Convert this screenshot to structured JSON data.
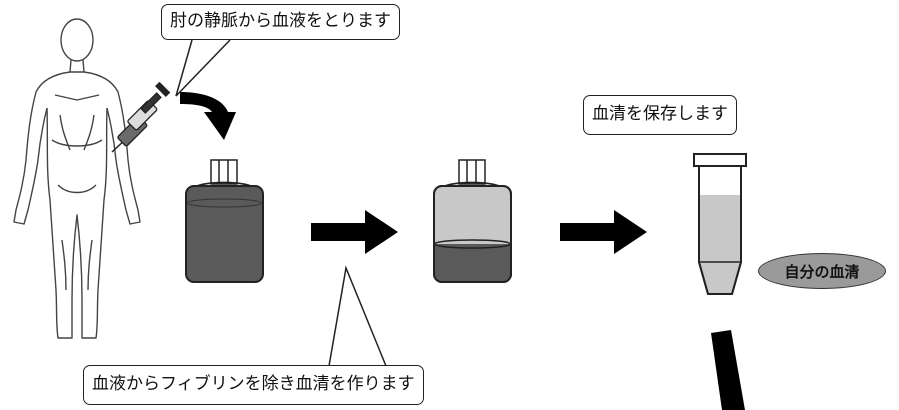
{
  "callouts": {
    "draw_blood": "肘の静脈から血液をとります",
    "store_serum": "血清を保存します",
    "make_serum": "血液からフィブリンを除き血清を作ります"
  },
  "badge": {
    "own_serum": "自分の血清"
  },
  "colors": {
    "blood_dark": "#5a5a5a",
    "serum_light": "#c8c8c8",
    "badge_fill": "#9a9a9a",
    "arrow": "#000000"
  },
  "icons": [
    "human-body-outline-icon",
    "syringe-icon",
    "curved-arrow-icon",
    "blood-bag-full-icon",
    "blood-bag-separated-icon",
    "serum-tube-icon",
    "right-arrow-icon"
  ]
}
